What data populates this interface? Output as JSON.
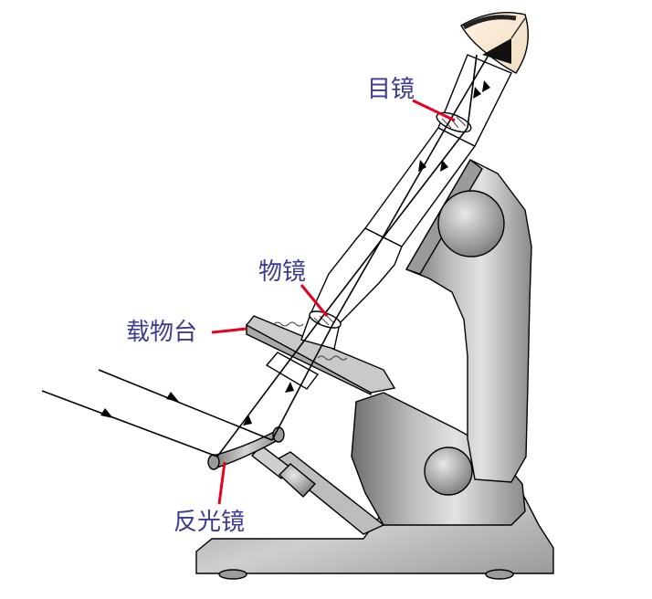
{
  "labels": {
    "eyepiece": "目镜",
    "objective": "物镜",
    "stage": "载物台",
    "mirror": "反光镜"
  },
  "colors": {
    "label_text": "#3b3b8f",
    "leader_line": "#e8001c",
    "body_dark": "#7a7a7a",
    "body_light": "#d8d8d8",
    "ray": "#000000"
  }
}
